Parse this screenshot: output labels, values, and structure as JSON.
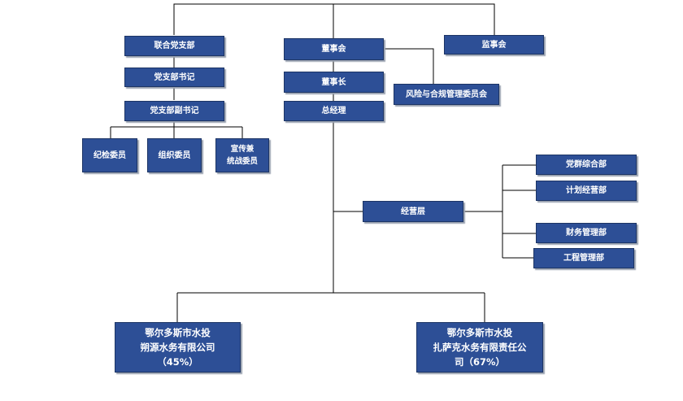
{
  "chart": {
    "party_committee": "联合党支部",
    "party_secretary": "党支部书记",
    "party_deputy_secretary": "党支部副书记",
    "discipline_member": "纪检委员",
    "organization_member": "组织委员",
    "propaganda_member": "宣传兼\n统战委员",
    "board": "董事会",
    "supervisory_board": "监事会",
    "chairman": "董事长",
    "risk_committee": "风险与合规管理委员会",
    "general_manager": "总经理",
    "management": "经营层",
    "dept_party_admin": "党群综合部",
    "dept_planning": "计划经营部",
    "dept_finance": "财务管理部",
    "dept_engineering": "工程管理部",
    "subsidiary_1": "鄂尔多斯市水投\n朔源水务有限公司\n（45%）",
    "subsidiary_2": "鄂尔多斯市水投\n扎萨克水务有限责任公\n司（67%）"
  },
  "colors": {
    "box_fill": "#2d4f96",
    "line": "#000000"
  }
}
